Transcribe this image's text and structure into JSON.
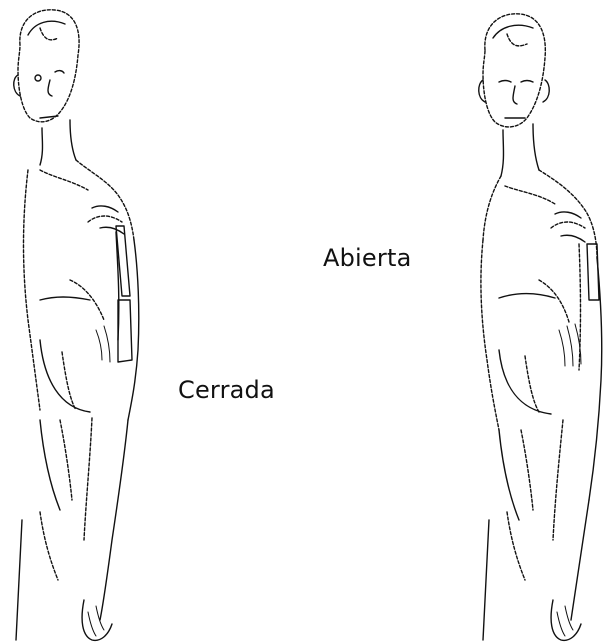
{
  "labels": {
    "closed": "Cerrada",
    "open": "Abierta"
  },
  "figures": [
    {
      "name": "figure-closed",
      "label_ref": "closed"
    },
    {
      "name": "figure-open",
      "label_ref": "open"
    }
  ],
  "colors": {
    "background": "#ffffff",
    "line": "#111111"
  }
}
